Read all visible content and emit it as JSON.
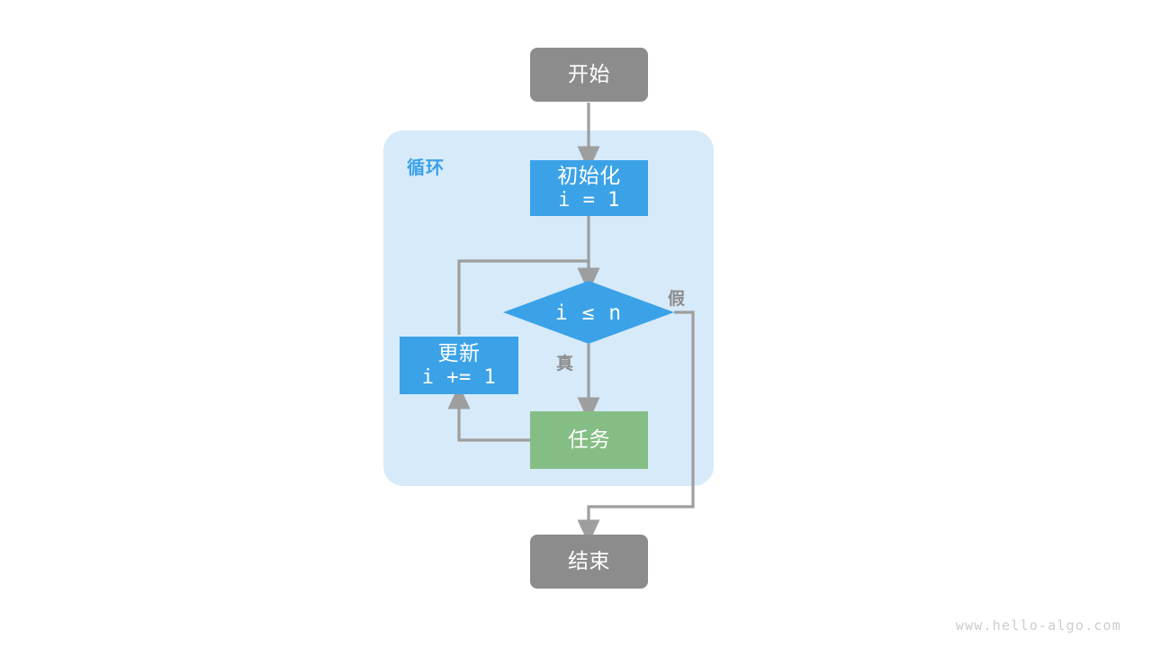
{
  "diagram": {
    "title_watermark": "www.hello-algo.com",
    "group": {
      "label": "循环",
      "fill": "#d6eaf9"
    },
    "colors": {
      "terminal": "#8c8c8c",
      "process_blue": "#3ba2e8",
      "process_green": "#85be85",
      "group_fill": "#d6eaf9",
      "connector": "#9e9e9e",
      "label_text": "#8c8c8c",
      "node_text": "#ffffff",
      "watermark": "#cccccc",
      "background": "#ffffff"
    },
    "nodes": {
      "start": {
        "label": "开始",
        "shape": "rounded-rect",
        "color": "#8c8c8c"
      },
      "init": {
        "label_line1": "初始化",
        "label_line2": "i = 1",
        "shape": "rect",
        "color": "#3ba2e8"
      },
      "decision": {
        "label": "i ≤ n",
        "shape": "diamond",
        "color": "#3ba2e8"
      },
      "update": {
        "label_line1": "更新",
        "label_line2": "i += 1",
        "shape": "rect",
        "color": "#3ba2e8"
      },
      "task": {
        "label": "任务",
        "shape": "rect",
        "color": "#85be85"
      },
      "end": {
        "label": "结束",
        "shape": "rounded-rect",
        "color": "#8c8c8c"
      }
    },
    "edge_labels": {
      "true_branch": "真",
      "false_branch": "假"
    }
  }
}
